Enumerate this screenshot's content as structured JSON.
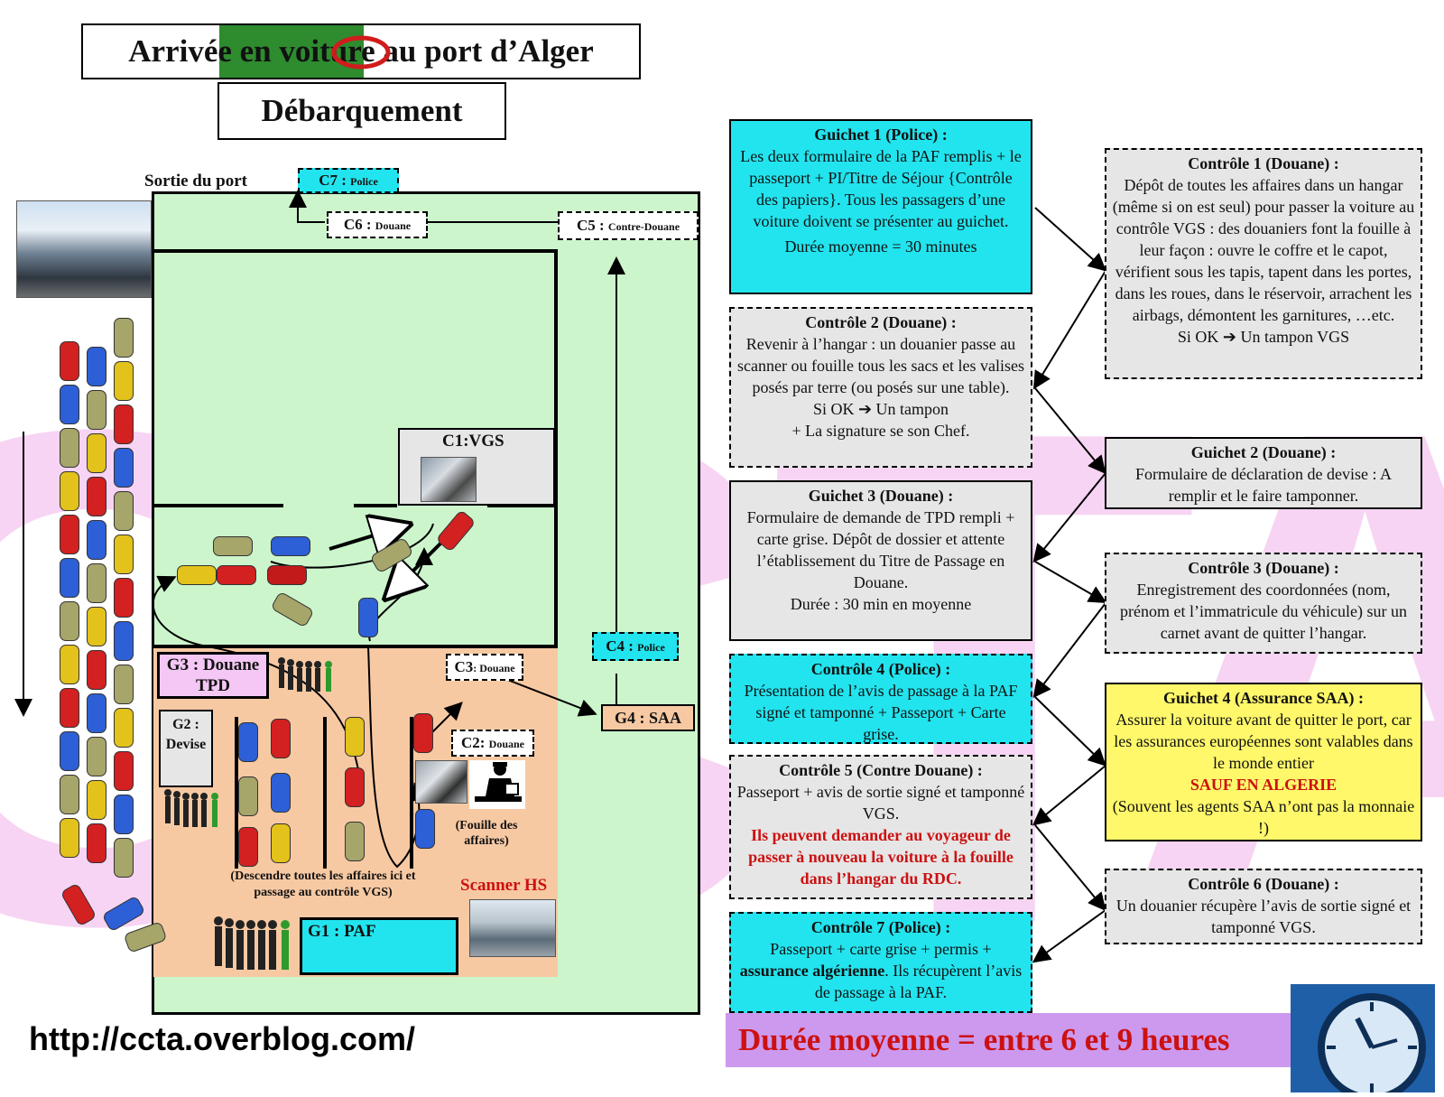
{
  "header": {
    "title": "Arrivée en voiture au port d’Alger",
    "subtitle": "Débarquement",
    "flag_colors": {
      "green": "#2e8b2e",
      "white": "#ffffff",
      "red": "#d01c1c"
    }
  },
  "watermark": "CCTA",
  "map": {
    "exit_label": "Sortie du port",
    "c7": {
      "code": "C7 :",
      "name": "Police"
    },
    "c6": {
      "code": "C6 :",
      "name": "Douane"
    },
    "c5": {
      "code": "C5 :",
      "name": "Contre-Douane"
    },
    "c1": "C1:VGS",
    "c4": {
      "code": "C4 :",
      "name": "Police"
    },
    "g4": "G4 : SAA",
    "g3": {
      "line1": "G3 : Douane",
      "line2": "TPD"
    },
    "g2": {
      "line1": "G2 :",
      "line2": "Devise"
    },
    "c3": {
      "code": "C3",
      "name": ": Douane"
    },
    "c2": {
      "code": "C2:",
      "name": "Douane"
    },
    "fouille": "(Fouille des affaires)",
    "descendre": "(Descendre toutes les affaires ici et passage au contrôle VGS)",
    "scanner": "Scanner HS",
    "g1": "G1 : PAF",
    "colors": {
      "yard": "#ccf5cc",
      "hangar": "#f7c9a3",
      "cyan": "#22e4ee"
    }
  },
  "boxes": {
    "guichet1": {
      "title": "Guichet 1 (Police) :",
      "text": "Les deux formulaire de la PAF remplis + le passeport + PI/Titre de Séjour {Contrôle des papiers}. Tous les passagers d’une voiture doivent se présenter au guichet.",
      "extra": "Durée moyenne = 30 minutes"
    },
    "controle2": {
      "title": "Contrôle 2 (Douane) :",
      "text": "Revenir à l’hangar : un douanier passe au scanner ou fouille tous les sacs et les valises posés par terre (ou posés sur une table).",
      "ok": "Si OK ➔ Un tampon",
      "extra": "+ La signature se son Chef."
    },
    "guichet3": {
      "title": "Guichet 3 (Douane) :",
      "text": "Formulaire de demande de TPD rempli + carte grise. Dépôt de dossier et attente l’établissement du Titre de Passage en Douane.",
      "extra": "Durée : 30 min en moyenne"
    },
    "controle4": {
      "title": "Contrôle 4 (Police) :",
      "text": "Présentation de l’avis de passage à la PAF signé et tamponné + Passeport + Carte grise."
    },
    "controle5": {
      "title": "Contrôle 5 (Contre Douane) :",
      "text": "Passeport + avis de sortie signé et tamponné VGS.",
      "warning": "Ils peuvent demander au voyageur de passer à nouveau la voiture à la fouille dans l’hangar du RDC."
    },
    "controle7": {
      "title": "Contrôle 7 (Police) :",
      "text_before": "Passeport + carte grise + permis +",
      "bold": "assurance algérienne",
      "text_after": ". Ils récupèrent l’avis de passage à la PAF."
    },
    "controle1": {
      "title": "Contrôle 1 (Douane) :",
      "text": "Dépôt de toutes les affaires dans un hangar (même si on est seul) pour passer la voiture au contrôle VGS : des douaniers font la fouille à leur façon : ouvre le coffre et le capot, vérifient sous les tapis, tapent dans les portes, dans les roues, dans le réservoir, arrachent les airbags, démontent les garnitures, …etc.",
      "ok": "Si OK ➔ Un tampon VGS"
    },
    "guichet2": {
      "title": "Guichet 2 (Douane) :",
      "text": "Formulaire de déclaration de devise : A remplir et le faire tamponner."
    },
    "controle3": {
      "title": "Contrôle 3 (Douane) :",
      "text": "Enregistrement des coordonnées (nom, prénom et l’immatricule du véhicule) sur un carnet avant de quitter l’hangar."
    },
    "guichet4": {
      "title": "Guichet 4 (Assurance SAA) :",
      "text": "Assurer la voiture avant de quitter le port, car les assurances européennes sont valables dans le monde entier",
      "red": "SAUF EN ALGERIE",
      "extra": "(Souvent les agents SAA n’ont pas la monnaie !)"
    },
    "controle6": {
      "title": "Contrôle 6 (Douane) :",
      "text": "Un douanier récupère l’avis de sortie signé et tamponné VGS."
    }
  },
  "footer": {
    "url": "http://ccta.overblog.com/",
    "duration": "Durée moyenne = entre 6 et 9 heures"
  },
  "icons": [
    "clock-icon",
    "car-icon",
    "crowd-icon",
    "customs-officer-icon"
  ]
}
